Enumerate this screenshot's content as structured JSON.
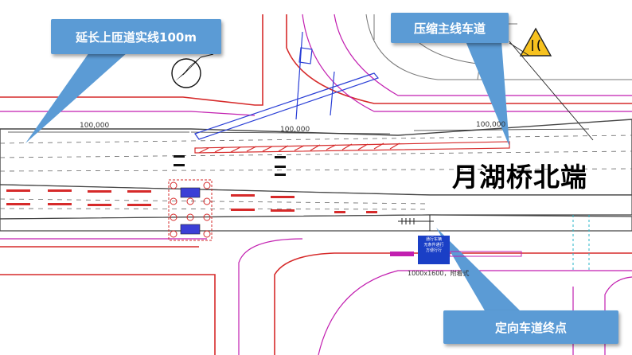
{
  "callouts": {
    "extend_ramp": "延长上匝道实线100m",
    "compress_mainline": "压缩主线车道",
    "directional_end": "定向车道终点"
  },
  "title": "月湖桥北端",
  "dimensions": {
    "left": "100,000",
    "middle": "100,000",
    "right": "100,000"
  },
  "sign": {
    "text_line1": "通行车辆",
    "text_line2": "无条件通行",
    "text_line3": "方便行行",
    "size_label": "1000x1600，附着式"
  },
  "colors": {
    "callout_fill": "#5b9bd5",
    "road_line": "#444444",
    "red_line": "#d62a2a",
    "magenta_line": "#c21fb0",
    "blue_line": "#2a3fd6",
    "warning_yellow": "#f7c21f"
  },
  "icons": [
    "compass-icon",
    "narrowing-warning-sign-icon",
    "directional-arrow-icon"
  ]
}
